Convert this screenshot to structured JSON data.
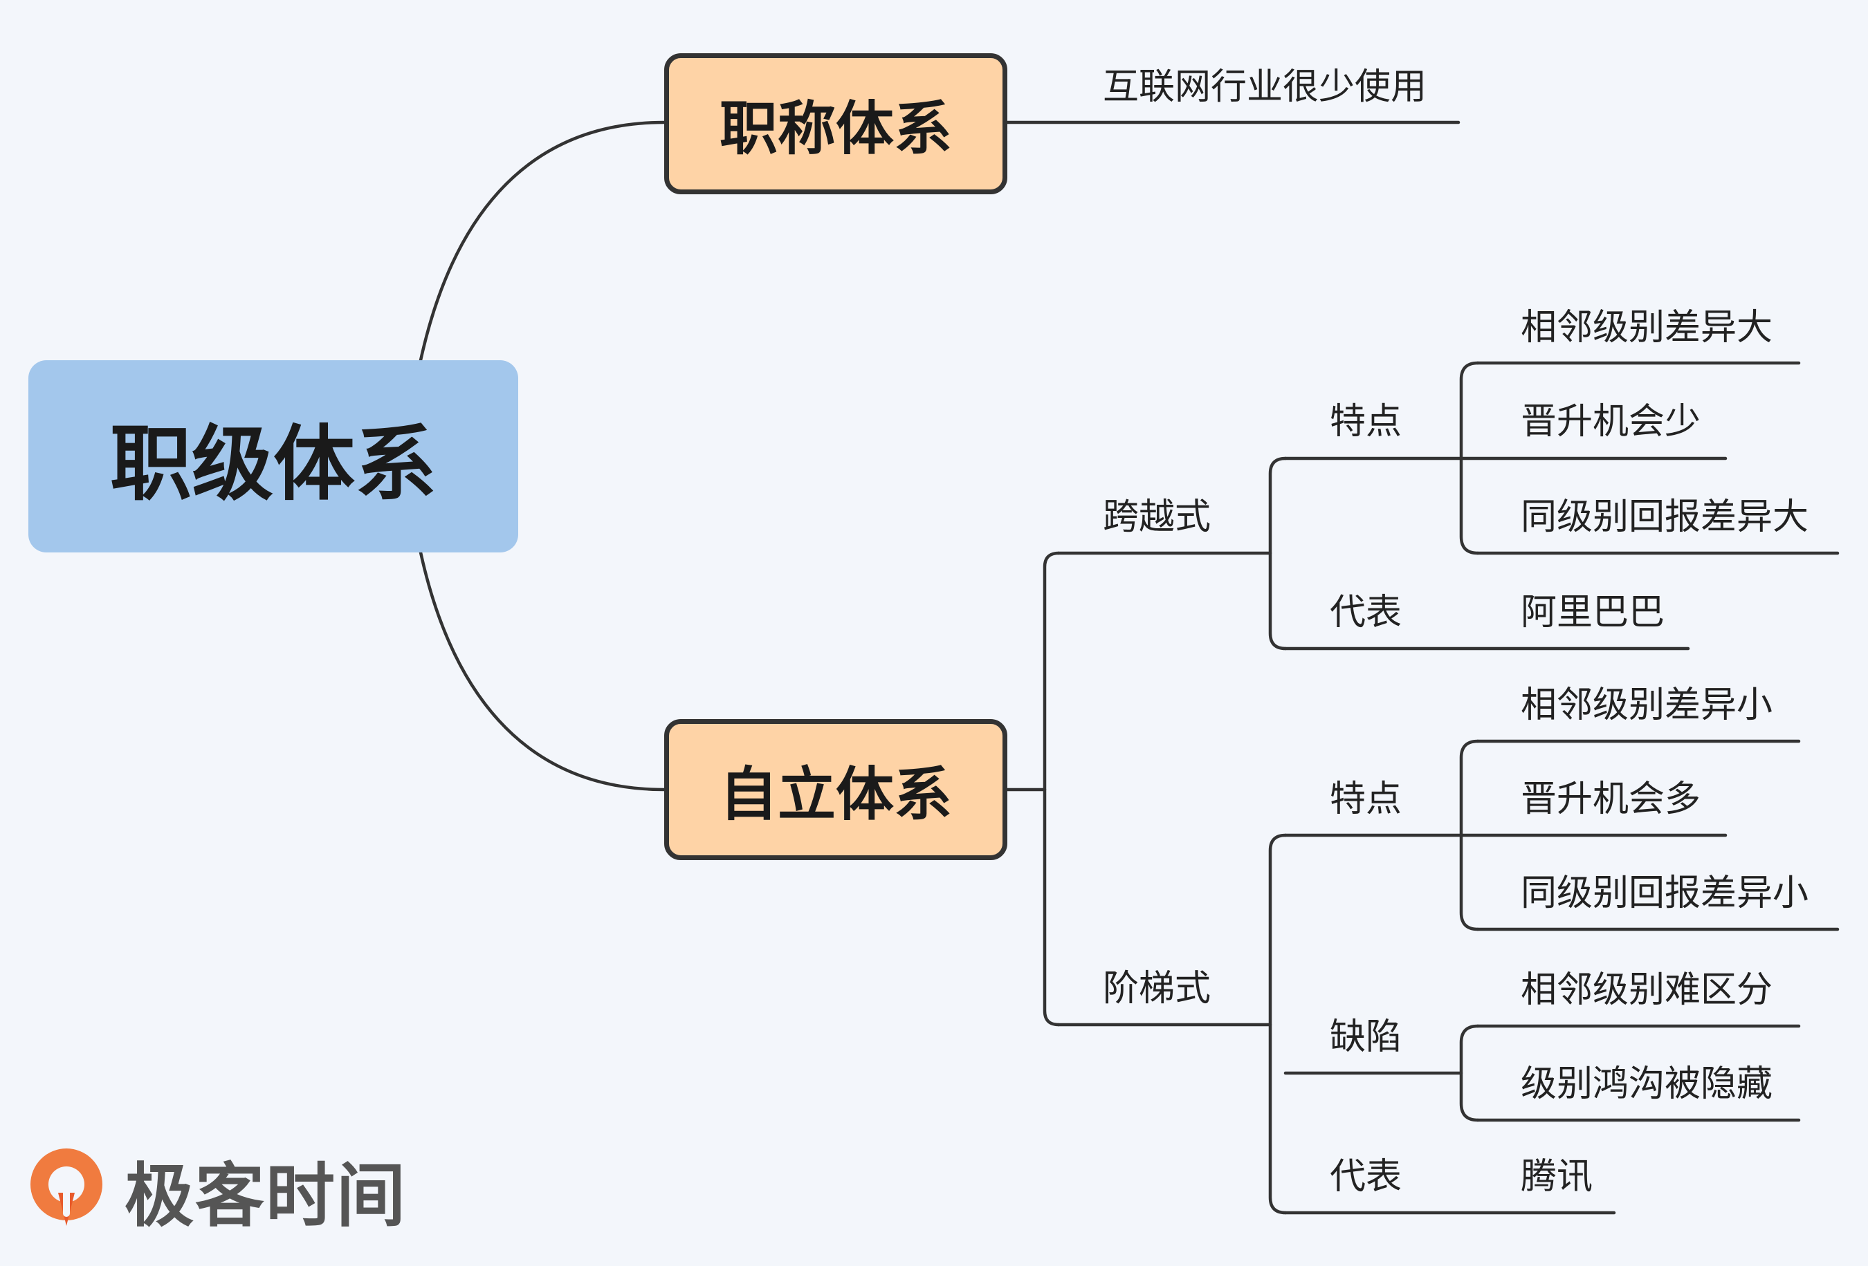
{
  "root": "职级体系",
  "branches": [
    {
      "label": "职称体系",
      "note": "互联网行业很少使用"
    },
    {
      "label": "自立体系"
    }
  ],
  "kuayue": {
    "label": "跨越式",
    "traits_label": "特点",
    "traits": [
      "相邻级别差异大",
      "晋升机会少",
      "同级别回报差异大"
    ],
    "rep_label": "代表",
    "rep": "阿里巴巴"
  },
  "jieti": {
    "label": "阶梯式",
    "traits_label": "特点",
    "traits": [
      "相邻级别差异小",
      "晋升机会多",
      "同级别回报差异小"
    ],
    "defects_label": "缺陷",
    "defects": [
      "相邻级别难区分",
      "级别鸿沟被隐藏"
    ],
    "rep_label": "代表",
    "rep": "腾讯"
  },
  "logo": {
    "text": "极客时间",
    "colors": [
      "#f07b3f",
      "#e85a2b"
    ]
  },
  "colors": {
    "line": "#333333",
    "root_fill": "#a3c7ec",
    "branch_fill": "#fed3a6",
    "background": "#f3f6fb"
  }
}
